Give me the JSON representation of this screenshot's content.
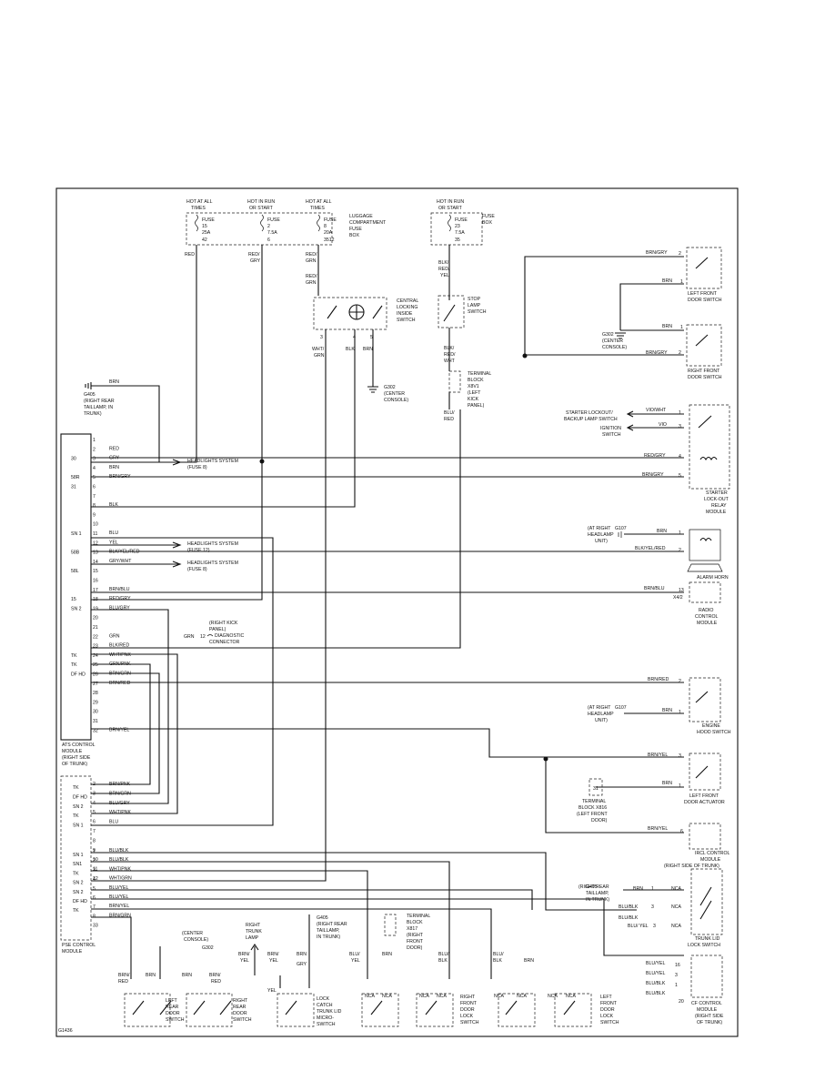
{
  "fuse_box": {
    "headers": [
      "HOT AT ALL",
      "TIMES",
      "HOT IN RUN",
      "OR START",
      "HOT AT ALL",
      "TIMES"
    ],
    "fuses": [
      "FUSE",
      "15",
      "25A",
      "42",
      "FUSE",
      "2",
      "7.5A",
      "6",
      "FUSE",
      "8",
      "20A",
      "3512"
    ],
    "title": [
      "LUGGAGE",
      "COMPARTMENT",
      "FUSE",
      "BOX"
    ]
  },
  "fuse_box2": {
    "headers": [
      "HOT IN RUN",
      "OR START"
    ],
    "fuse": [
      "FUSE",
      "23",
      "7.5A",
      "35"
    ],
    "title": [
      "FUSE",
      "BOX"
    ]
  },
  "atc": {
    "pins": [
      "1",
      "2",
      "3",
      "4",
      "5",
      "6",
      "7",
      "8",
      "9",
      "10",
      "11",
      "12",
      "13",
      "14",
      "15",
      "16",
      "17",
      "18",
      "19",
      "20",
      "21",
      "22",
      "23",
      "24",
      "25",
      "26",
      "27",
      "28",
      "29",
      "30",
      "31",
      "32"
    ],
    "side_labels": [
      "30",
      "58R",
      "31",
      "SN 1",
      "58B",
      "58L",
      "15",
      "SN 2",
      "TK",
      "TK",
      "DF HD"
    ],
    "wires": [
      "RED",
      "GRY",
      "BRN",
      "BRN/GRY",
      "BLK",
      "BLU",
      "YEL",
      "BLK/YEL/RED",
      "GRY/WHT",
      "BRN/BLU",
      "RED/GRY",
      "BLU/GRY",
      "GRN",
      "BLK/RED",
      "WHT/PNK",
      "GRN/PNK",
      "BRN/GRN",
      "BRN/RED",
      "BRN/YEL"
    ],
    "name": [
      "ATS CONTROL",
      "MODULE",
      "(RIGHT SIDE",
      "OF TRUNK)"
    ]
  },
  "pse": {
    "pins_top": [
      "2",
      "3",
      "4",
      "5",
      "6",
      "7",
      "8",
      "9",
      "10",
      "11",
      "12"
    ],
    "side_top": [
      "TK",
      "DF HD",
      "SN 2",
      "TK",
      "SN 1"
    ],
    "wires_top": [
      "BRN/PNK",
      "BRN/GRN",
      "BLU/GRY",
      "WHT/PNK",
      "BLU"
    ],
    "pins_bot": [
      "1",
      "2",
      "3",
      "4",
      "5",
      "6",
      "7",
      "8",
      "9",
      "10",
      "11",
      "12",
      "13",
      "14",
      "15",
      "16",
      "17",
      "18",
      "19",
      "20",
      "21",
      "22",
      "23",
      "24",
      "25",
      "26",
      "27",
      "28",
      "29",
      "30",
      "31",
      "32",
      "33"
    ],
    "side_bot": [
      "SN 1",
      "SN1",
      "TK",
      "SN 2",
      "SN 2",
      "DF HD",
      "TK"
    ],
    "wires_bot": [
      "BLU/BLK",
      "BLU/BLK",
      "WHT/PNK",
      "WHT/GRN",
      "BLU/YEL",
      "BLU/YEL",
      "BRN/YEL",
      "BRN/GRN"
    ],
    "name": [
      "PSE CONTROL",
      "MODULE"
    ]
  },
  "labels": {
    "g405": [
      "G405",
      "(RIGHT REAR",
      "TAILLAMP, IN",
      "TRUNK)"
    ],
    "headlights1": [
      "HEADLIGHTS SYSTEM",
      "(FUSE 8)"
    ],
    "headlights2": [
      "HEADLIGHTS SYSTEM",
      "(FUSE 12)"
    ],
    "headlights3": [
      "HEADLIGHTS SYSTEM",
      "(FUSE 8)"
    ],
    "cls": [
      "CENTRAL",
      "LOCKING",
      "INSIDE",
      "SWITCH"
    ],
    "g302": [
      "G302",
      "(CENTER",
      "CONSOLE)"
    ],
    "stop": [
      "STOP",
      "LAMP",
      "SWITCH"
    ],
    "xbv1": [
      "TERMINAL",
      "BLOCK",
      "X8V1",
      "(LEFT",
      "KICK",
      "PANEL)"
    ],
    "diag": [
      "(RIGHT KICK",
      "PANEL)",
      "DIAGNOSTIC",
      "CONNECTOR"
    ],
    "lf_door_switch": [
      "LEFT FRONT",
      "DOOR SWITCH"
    ],
    "rf_door_switch": [
      "RIGHT FRONT",
      "DOOR SWITCH"
    ],
    "g302b": [
      "G302",
      "(CENTER",
      "CONSOLE)"
    ],
    "starter_lockout": [
      "STARTER LOCKOUT/",
      "BACKUP LAMP SWITCH"
    ],
    "ignition": [
      "IGNITION",
      "SWITCH"
    ],
    "relay": [
      "STARTER",
      "LOCK-OUT",
      "RELAY",
      "MODULE"
    ],
    "horn": [
      "ALARM HORN"
    ],
    "g107a": [
      "G107",
      "(AT RIGHT",
      "HEADLAMP",
      "UNIT)"
    ],
    "radio": [
      "RADIO",
      "CONTROL",
      "MODULE"
    ],
    "hood": [
      "ENGINE",
      "HOOD SWITCH"
    ],
    "lf_actuator": [
      "LEFT FRONT",
      "DOOR ACTUATOR"
    ],
    "x816": [
      "TERMINAL",
      "BLOCK X816",
      "(LEFT FRONT",
      "DOOR)"
    ],
    "ircl": [
      "IRCL CONTROL",
      "MODULE",
      "(RIGHT SIDE OF TRUNK)"
    ],
    "g405b": [
      "G405",
      "(RIGHT REAR",
      "TAILLAMP,",
      "IN TRUNK)"
    ],
    "trunk_lock": [
      "TRUNK LID",
      "LOCK SWITCH"
    ],
    "cf": [
      "CF CONTROL",
      "MODULE",
      "(RIGHT SIDE",
      "OF TRUNK)"
    ],
    "g302c": [
      "(CENTER",
      "CONSOLE)",
      "G302"
    ],
    "trunk_lamp": [
      "RIGHT",
      "TRUNK",
      "LAMP"
    ],
    "g405c": [
      "G405",
      "(RIGHT REAR",
      "TAILLAMP,",
      "IN TRUNK)"
    ],
    "x817": [
      "TERMINAL",
      "BLOCK",
      "X817",
      "(RIGHT",
      "FRONT",
      "DOOR)"
    ],
    "lr_door": [
      "LEFT",
      "REAR",
      "DOOR",
      "SWITCH"
    ],
    "rr_door": [
      "RIGHT",
      "REAR",
      "DOOR",
      "SWITCH"
    ],
    "lock_catch": [
      "LOCK",
      "CATCH",
      "TRUNK LID",
      "MICRO-",
      "SWITCH"
    ],
    "rf_lock": [
      "RIGHT",
      "FRONT",
      "DOOR",
      "LOCK",
      "SWITCH"
    ],
    "lf_lock": [
      "LEFT",
      "FRONT",
      "DOOR",
      "LOCK",
      "SWITCH"
    ],
    "nca": "NCA",
    "figure_id": "G1436"
  }
}
